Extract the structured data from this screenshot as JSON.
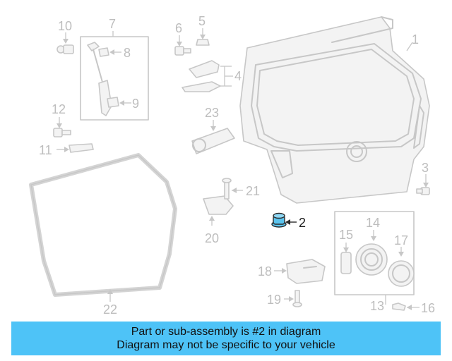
{
  "banner": {
    "line1": "Part or sub-assembly is #2 in diagram",
    "line2": "Diagram may not be specific to your vehicle"
  },
  "highlight_color": "#5bc4ee",
  "banner_color": "#4ec3f7",
  "highlighted_part": "2",
  "callouts": {
    "c1": "1",
    "c2": "2",
    "c3": "3",
    "c4": "4",
    "c5": "5",
    "c6": "6",
    "c7": "7",
    "c8": "8",
    "c9": "9",
    "c10": "10",
    "c11": "11",
    "c12": "12",
    "c13": "13",
    "c14": "14",
    "c15": "15",
    "c16": "16",
    "c17": "17",
    "c18": "18",
    "c19": "19",
    "c20": "20",
    "c21": "21",
    "c22": "22",
    "c23": "23"
  }
}
